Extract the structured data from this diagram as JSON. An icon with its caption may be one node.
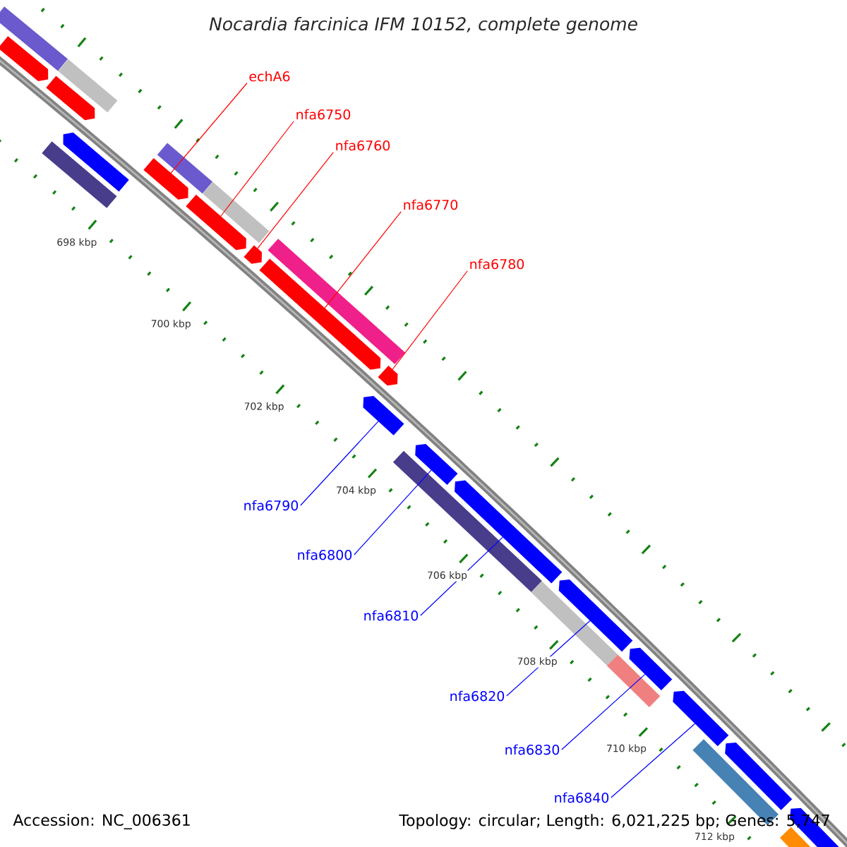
{
  "diagram": {
    "title": "Nocardia farcinica IFM 10152, complete genome",
    "nodes": [
      {
        "text": [
          "echA6"
        ]
      },
      {
        "text": [
          "nfa6750"
        ]
      },
      {
        "text": [
          "nfa6760"
        ]
      },
      {
        "text": [
          "nfa6770"
        ]
      },
      {
        "text": [
          "nfa6780"
        ]
      },
      {
        "text": [
          "nfa6790"
        ]
      },
      {
        "text": [
          "nfa6800"
        ]
      },
      {
        "text": [
          "nfa6810"
        ]
      },
      {
        "text": [
          "nfa6820"
        ]
      },
      {
        "text": [
          "nfa6830"
        ]
      },
      {
        "text": [
          "nfa6840"
        ]
      },
      {
        "text": [],
        "shape": "arrow"
      },
      {
        "text": [],
        "shape": "arrow"
      },
      {
        "text": [],
        "shape": "arrow"
      },
      {
        "text": [],
        "shape": "arrow"
      },
      {
        "text": [],
        "shape": "arrow"
      },
      {
        "text": [],
        "shape": "arrow"
      },
      {
        "text": [],
        "shape": "arrow"
      },
      {
        "text": [],
        "shape": "bar"
      },
      {
        "text": [],
        "shape": "bar"
      },
      {
        "text": [],
        "shape": "bar"
      },
      {
        "text": [],
        "shape": "bar"
      },
      {
        "text": [],
        "shape": "bar"
      },
      {
        "text": [],
        "shape": "arrow"
      },
      {
        "text": [],
        "shape": "arrow"
      },
      {
        "text": [],
        "shape": "arrow"
      },
      {
        "text": [],
        "shape": "arrow"
      },
      {
        "text": [],
        "shape": "arrow"
      },
      {
        "text": [],
        "shape": "arrow"
      },
      {
        "text": [],
        "shape": "arrow"
      },
      {
        "text": [],
        "shape": "arrow"
      },
      {
        "text": [],
        "shape": "arrow"
      },
      {
        "text": [],
        "shape": "bar"
      },
      {
        "text": [],
        "shape": "bar"
      },
      {
        "text": [],
        "shape": "bar"
      },
      {
        "text": [],
        "shape": "bar"
      },
      {
        "text": [],
        "shape": "bar"
      },
      {
        "text": [],
        "shape": "bar"
      }
    ],
    "edges": [
      {
        "from": 0,
        "to": 13,
        "arrow": "none",
        "color": "#ff0000"
      },
      {
        "from": 1,
        "to": 14,
        "arrow": "none",
        "color": "#ff0000"
      },
      {
        "from": 2,
        "to": 15,
        "arrow": "none",
        "color": "#ff0000"
      },
      {
        "from": 3,
        "to": 16,
        "arrow": "none",
        "color": "#ff0000"
      },
      {
        "from": 4,
        "to": 17,
        "arrow": "none",
        "color": "#ff0000"
      },
      {
        "from": 5,
        "to": 24,
        "arrow": "none"
      },
      {
        "from": 6,
        "to": 25,
        "arrow": "none"
      },
      {
        "from": 7,
        "to": 26,
        "arrow": "none"
      },
      {
        "from": 8,
        "to": 27,
        "arrow": "none"
      },
      {
        "from": 9,
        "to": 28,
        "arrow": "none"
      },
      {
        "from": 10,
        "to": 29,
        "arrow": "none"
      }
    ],
    "labels": [
      "698 kbp",
      "700 kbp",
      "702 kbp",
      "704 kbp",
      "706 kbp",
      "708 kbp",
      "710 kbp",
      "712 kbp",
      "Accession: NC_006361",
      "Topology: circular; Length: 6,021,225 bp; Genes: 5,747"
    ]
  }
}
